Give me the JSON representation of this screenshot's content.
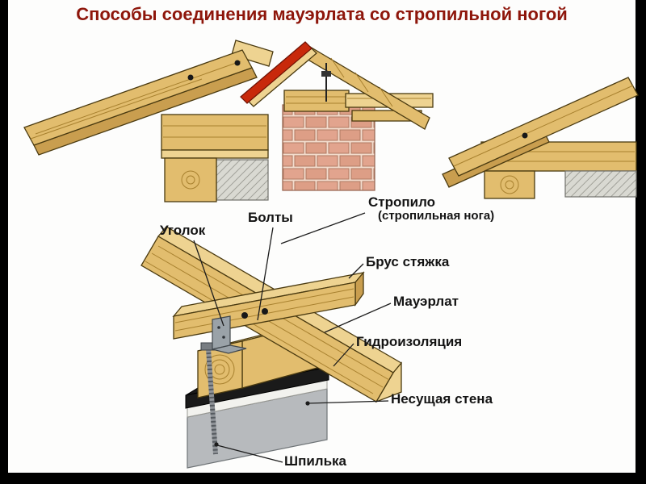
{
  "title": "Способы соединения мауэрлата со стропильной ногой",
  "labels": {
    "ugolok": "Уголок",
    "bolty": "Болты",
    "stropilo": "Стропило",
    "stropilo_sub": "(стропильная нога)",
    "brus": "Брус стяжка",
    "mauerlat": "Мауэрлат",
    "gidro": "Гидроизоляция",
    "stena": "Несущая стена",
    "shpilka": "Шпилька"
  },
  "colors": {
    "title_color": "#8e160b",
    "label_color": "#141414",
    "wood": "#e2bd6e",
    "wood_light": "#eed391",
    "wood_dark": "#c99e4f",
    "wood_outline": "#4a3a10",
    "grain": "#a8812f",
    "roof_red": "#c8290b",
    "brick": "#e2a48e",
    "mortar": "#f3dccd",
    "metal_gray": "#9aa2a8",
    "wall_gray": "#b7babd",
    "membrane": "#1a1a1a",
    "leader": "#1c1c1c"
  }
}
